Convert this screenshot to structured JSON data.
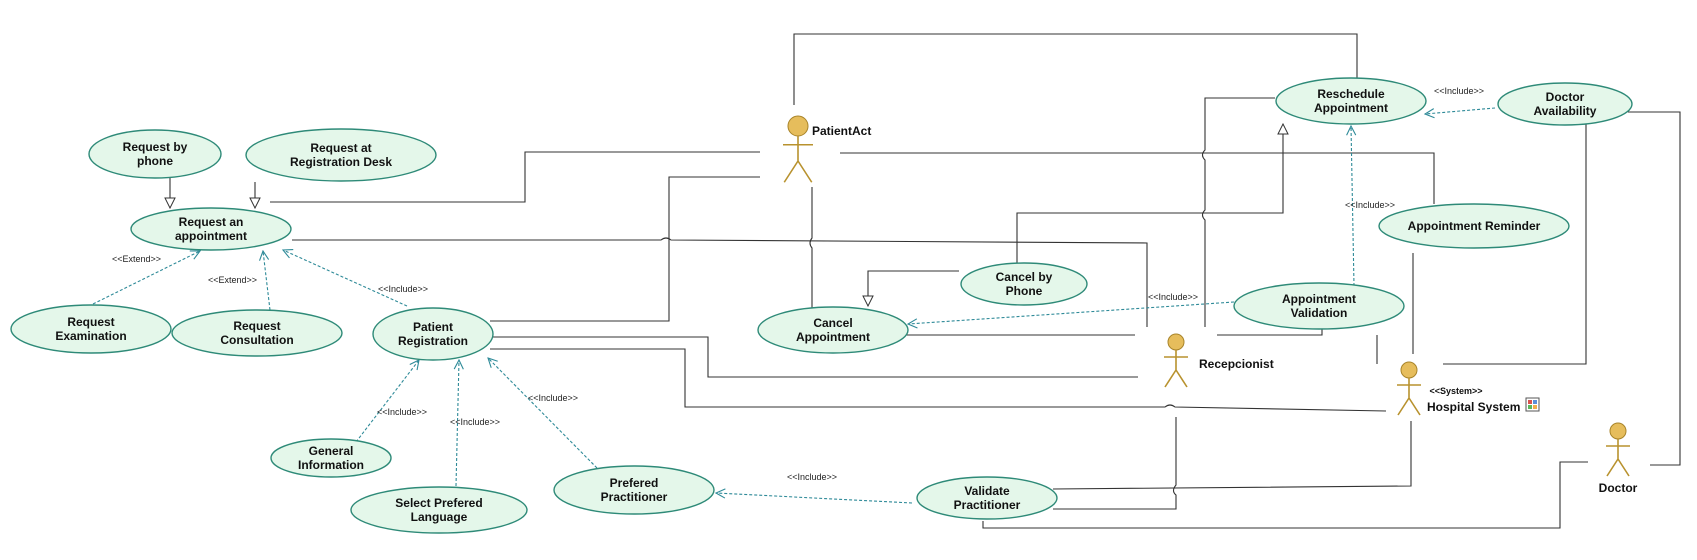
{
  "diagram": {
    "type": "uml-use-case",
    "use_cases": [
      {
        "id": "req_phone",
        "lines": [
          "Request by",
          "phone"
        ]
      },
      {
        "id": "req_desk",
        "lines": [
          "Request at",
          "Registration Desk"
        ]
      },
      {
        "id": "req_appt",
        "lines": [
          "Request an",
          "appointment"
        ]
      },
      {
        "id": "req_exam",
        "lines": [
          "Request",
          "Examination"
        ]
      },
      {
        "id": "req_consult",
        "lines": [
          "Request",
          "Consultation"
        ]
      },
      {
        "id": "patient_reg",
        "lines": [
          "Patient",
          "Registration"
        ]
      },
      {
        "id": "general_info",
        "lines": [
          "General",
          "Information"
        ]
      },
      {
        "id": "select_lang",
        "lines": [
          "Select Prefered",
          "Language"
        ]
      },
      {
        "id": "pref_pract",
        "lines": [
          "Prefered",
          "Practitioner"
        ]
      },
      {
        "id": "cancel_appt",
        "lines": [
          "Cancel",
          "Appointment"
        ]
      },
      {
        "id": "cancel_phone",
        "lines": [
          "Cancel by",
          "Phone"
        ]
      },
      {
        "id": "validate_pract",
        "lines": [
          "Validate",
          "Practitioner"
        ]
      },
      {
        "id": "resched",
        "lines": [
          "Reschedule",
          "Appointment"
        ]
      },
      {
        "id": "doc_avail",
        "lines": [
          "Doctor",
          "Availability"
        ]
      },
      {
        "id": "appt_reminder",
        "lines": [
          "Appointment Reminder"
        ]
      },
      {
        "id": "appt_valid",
        "lines": [
          "Appointment",
          "Validation"
        ]
      }
    ],
    "actors": [
      {
        "id": "patient",
        "name": "PatientAct",
        "stereotype": ""
      },
      {
        "id": "recep",
        "name": "Recepcionist",
        "stereotype": ""
      },
      {
        "id": "hospital",
        "name": "Hospital System",
        "stereotype": "<<System>>"
      },
      {
        "id": "doctor",
        "name": "Doctor",
        "stereotype": ""
      }
    ],
    "relationships": {
      "extend_label": "<<Extend>>",
      "include_label": "<<Include>>"
    }
  }
}
